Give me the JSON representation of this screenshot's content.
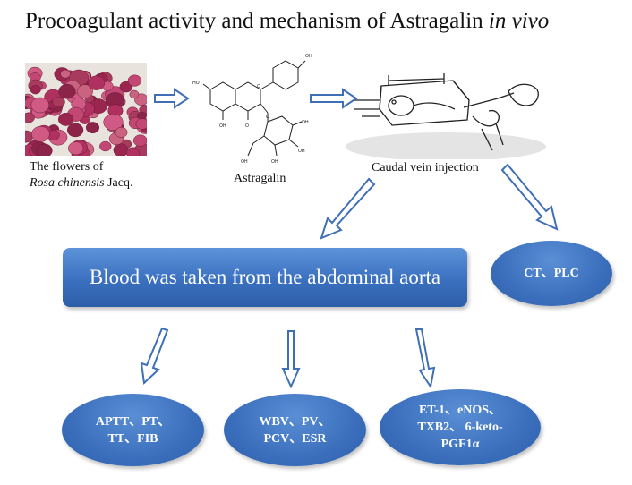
{
  "title": {
    "main": "Procoagulant activity and mechanism of  Astragalin",
    "italic": "in vivo"
  },
  "captions": {
    "flowers_line1": "The flowers  of",
    "flowers_species": "Rosa chinensis",
    "flowers_author": "Jacq.",
    "compound": "Astragalin",
    "injection": "Caudal vein injection"
  },
  "boxes": {
    "blood": "Blood was taken from the abdominal aorta",
    "ct_plc": "CT、PLC",
    "coag_line1": "APTT、PT、",
    "coag_line2": "TT、FIB",
    "rheo_line1": "WBV、PV、",
    "rheo_line2": "PCV、ESR",
    "endo_line1": "ET-1、eNOS、",
    "endo_line2": "TXB2、 6-keto-",
    "endo_line3": "PGF1α"
  },
  "structure_labels": [
    "OH",
    "HO",
    "O",
    "OH",
    "O",
    "O",
    "OH",
    "OH",
    "OH",
    "OH"
  ],
  "colors": {
    "box_fill": "#3a70bf",
    "arrow_fill": "#ffffff",
    "arrow_stroke": "#3f6fb5",
    "rose": "#b0305f"
  }
}
